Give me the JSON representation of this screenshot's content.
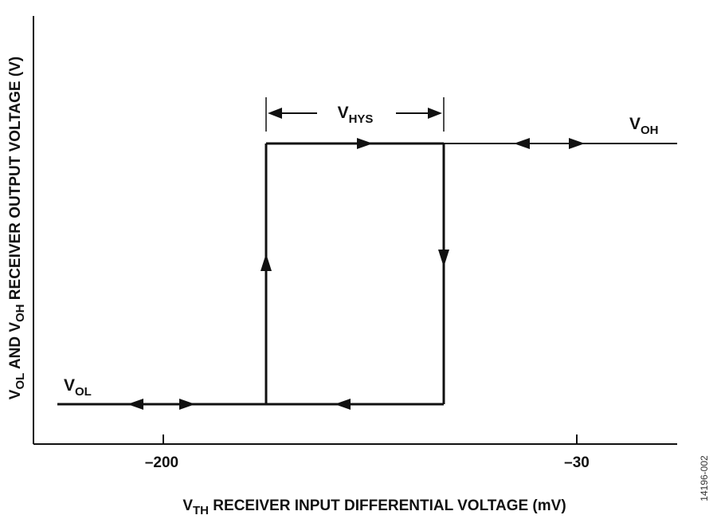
{
  "axes": {
    "x_label": {
      "main": "V",
      "sub": "TH",
      "rest": " RECEIVER INPUT DIFFERENTIAL VOLTAGE (mV)"
    },
    "y_label": {
      "p1": "V",
      "p1_sub": "OL",
      "p2": " AND V",
      "p2_sub": "OH",
      "p3": " RECEIVER OUTPUT VOLTAGE (V)"
    },
    "x_ticks": [
      "–200",
      "–30"
    ]
  },
  "labels": {
    "v_hys": {
      "main": "V",
      "sub": "HYS"
    },
    "v_oh": {
      "main": "V",
      "sub": "OH"
    },
    "v_ol": {
      "main": "V",
      "sub": "OL"
    }
  },
  "figure_id": "14196-002",
  "colors": {
    "ink": "#111111",
    "background": "#ffffff"
  }
}
